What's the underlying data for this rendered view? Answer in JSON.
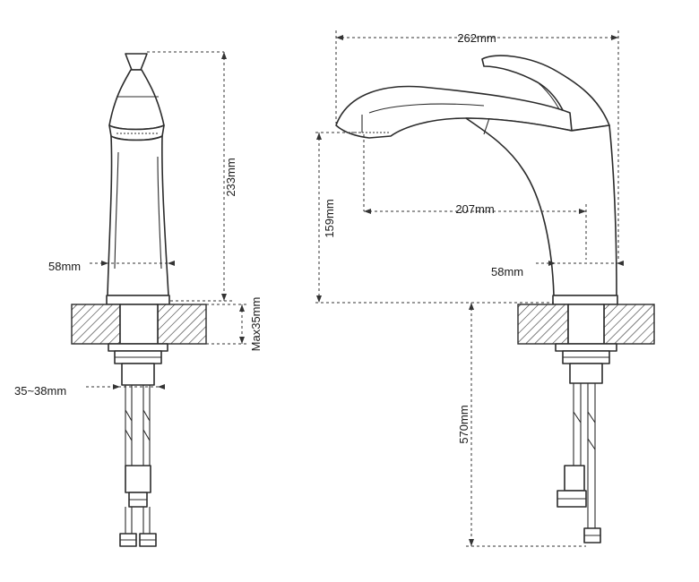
{
  "views": {
    "front": {
      "labels": {
        "height_spout": "233mm",
        "body_width": "58mm",
        "deck_thickness": "Max35mm",
        "hole_diameter": "35~38mm"
      }
    },
    "side": {
      "labels": {
        "overall_length": "262mm",
        "spout_height": "159mm",
        "spout_reach": "207mm",
        "body_width": "58mm",
        "hose_length": "570mm"
      }
    }
  }
}
